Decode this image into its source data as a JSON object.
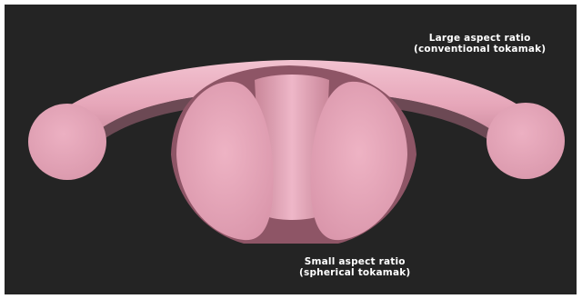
{
  "labels": {
    "large": {
      "line1": "Large aspect ratio",
      "line2": "(conventional tokamak)"
    },
    "small": {
      "line1": "Small aspect ratio",
      "line2": "(spherical tokamak)"
    }
  },
  "colors": {
    "background": "#242424",
    "frame": "#ffffff",
    "torus": "#e8aabd",
    "torus_shadow": "#b0707f",
    "text": "#ffffff"
  }
}
